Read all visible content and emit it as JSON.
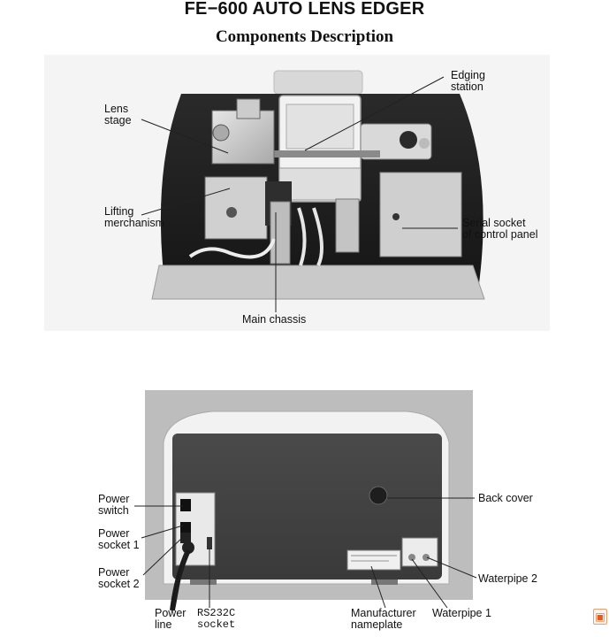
{
  "header": {
    "title": "FE−600 AUTO LENS EDGER",
    "subtitle": "Components Description"
  },
  "top_figure": {
    "labels": {
      "lens_stage": "Lens\nstage",
      "edging_station": "Edging\nstation",
      "lifting_mechanism": "Lifting\nmerchanism",
      "serial_socket": "Serial socket\nof control panel",
      "main_chassis": "Main chassis"
    }
  },
  "bottom_figure": {
    "labels": {
      "power_switch": "Power\nswitch",
      "power_socket_1": "Power\nsocket 1",
      "power_socket_2": "Power\nsocket 2",
      "power_line": "Power\nline",
      "rs232c_socket": "RS232C\nsocket",
      "back_cover": "Back cover",
      "waterpipe_2": "Waterpipe 2",
      "manufacturer_nameplate": "Manufacturer\nnameplate",
      "waterpipe_1": "Waterpipe 1"
    }
  },
  "icons": {
    "corner_badge": "document-icon"
  }
}
